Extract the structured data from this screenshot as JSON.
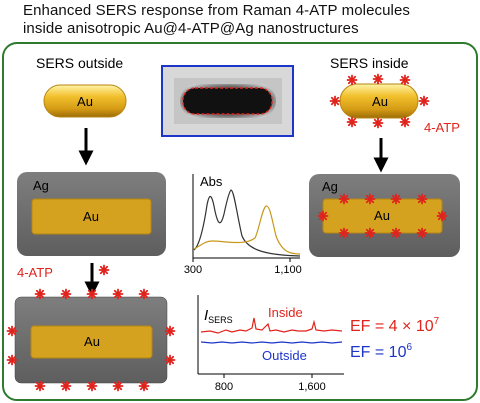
{
  "title": {
    "line1": "Enhanced SERS response from Raman 4-ATP molecules",
    "line2": "inside anisotropic Au@4-ATP@Ag nanostructures"
  },
  "labels": {
    "sers_outside": "SERS outside",
    "sers_inside": "SERS inside",
    "au": "Au",
    "ag": "Ag",
    "atp": "4-ATP"
  },
  "abs_plot": {
    "ylabel": "Abs",
    "x_ticks": [
      "300",
      "1,100"
    ]
  },
  "sers_plot": {
    "ylabel_main": "I",
    "ylabel_sub": "SERS",
    "x_ticks": [
      "800",
      "1,600"
    ],
    "series": [
      {
        "name": "Inside",
        "color": "#e0231c"
      },
      {
        "name": "Outside",
        "color": "#1d35c9"
      }
    ]
  },
  "enhancement": {
    "inside_prefix": "EF = 4 × 10",
    "inside_exp": "7",
    "outside_prefix": "EF = 10",
    "outside_exp": "6"
  },
  "colors": {
    "frame_green": "#2e7a2e",
    "gold": "#d4a21f",
    "silver": "#6d6d6d",
    "atp_red": "#e0231c",
    "tem_border": "#1d35c9"
  }
}
